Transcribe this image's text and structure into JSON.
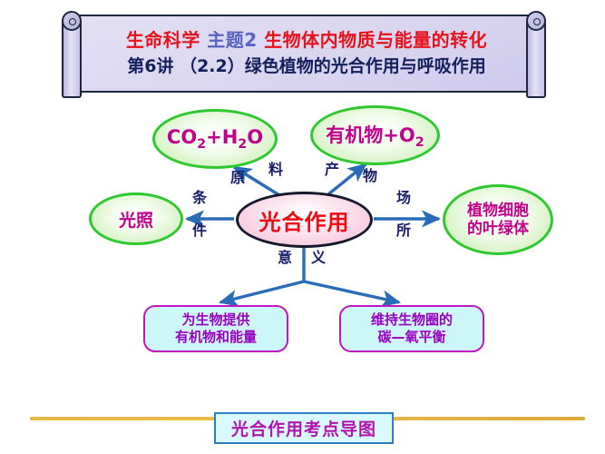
{
  "header": {
    "line1_segments": [
      {
        "text": "生命科学",
        "color": "#e8121b"
      },
      {
        "text": " 主题2 ",
        "color": "#5a63bf"
      },
      {
        "text": "生物体内物质与能量的转化",
        "color": "#e8121b"
      }
    ],
    "line1_red_a": "生命科学",
    "line1_blue": "主题2",
    "line1_red_b": "生物体内物质与能量的转化",
    "line2": "第6讲 （2.2）绿色植物的光合作用与呼吸作用"
  },
  "diagram": {
    "center": {
      "label": "光合作用",
      "color": "#ee0c12"
    },
    "nodes": {
      "raw_materials": {
        "label_html": "CO₂+H₂O",
        "main_1": "CO",
        "sub_1": "2",
        "plus": "+H",
        "sub_2": "2",
        "tail": "O"
      },
      "products": {
        "prefix": "有机物+O",
        "sub": "2"
      },
      "condition": {
        "label": "光照"
      },
      "location": {
        "line1": "植物细胞",
        "line2": "的叶绿体"
      }
    },
    "edge_labels": {
      "raw_material_a": "原",
      "raw_material_b": "料",
      "product_a": "产",
      "product_b": "物",
      "condition_a": "条",
      "condition_b": "件",
      "location_a": "场",
      "location_b": "所",
      "significance_a": "意",
      "significance_b": "义"
    },
    "leaf_boxes": [
      {
        "line1": "为生物提供",
        "line2": "有机物和能量"
      },
      {
        "line1": "维持生物圈的",
        "line2": "碳—氧平衡"
      }
    ]
  },
  "footer": {
    "badge": "光合作用考点导图"
  },
  "colors": {
    "arrow": "#2b6cb8",
    "green_border": "#2fc82f",
    "magenta_text": "#c2008c",
    "purple_box_border": "#c018c0",
    "gold_rule": "#e7b845",
    "badge_border": "#2f7dc4"
  }
}
